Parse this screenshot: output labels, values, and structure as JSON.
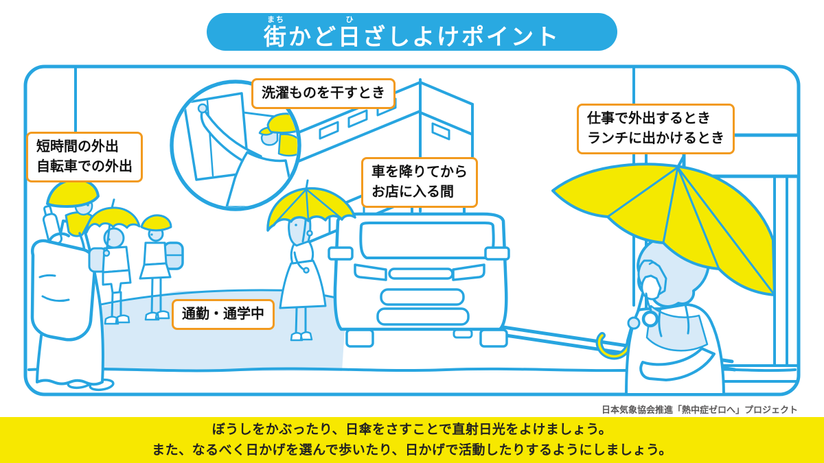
{
  "title": {
    "segments": [
      {
        "base": "街",
        "ruby": "まち"
      },
      {
        "base": "かど",
        "ruby": ""
      },
      {
        "base": "日",
        "ruby": "ひ"
      },
      {
        "base": "ざしよけポイント",
        "ruby": ""
      }
    ],
    "plain": "街かど日ざしよけポイント"
  },
  "annotations": [
    {
      "id": "short-outing",
      "lines": [
        "短時間の外出",
        "自転車での外出"
      ]
    },
    {
      "id": "laundry",
      "lines": [
        "洗濯ものを干すとき",
        ""
      ]
    },
    {
      "id": "car",
      "lines": [
        "車を降りてから",
        "お店に入る間"
      ]
    },
    {
      "id": "work",
      "lines": [
        "仕事で外出するとき",
        "ランチに出かけるとき"
      ]
    },
    {
      "id": "commute",
      "lines": [
        "通勤・通学中",
        ""
      ]
    }
  ],
  "credit": "日本気象協会推進「熱中症ゼロへ」プロジェクト",
  "footer": {
    "lines": [
      "ぼうしをかぶったり、日傘をさすことで直射日光をよけましょう。",
      "また、なるべく日かげを選んで歩いたり、日かげで活動したりするようにしましょう。"
    ]
  },
  "illustration_figures": [
    "woman-with-sun-hat-and-tote-bag",
    "schoolchildren-with-parasol-and-hat",
    "person-hanging-laundry-in-cap",
    "woman-with-parasol-by-minivan",
    "man-with-umbrella-on-phone"
  ],
  "colors": {
    "line_blue": "#27A5E0",
    "banner_blue": "#29A9E1",
    "accent_yellow": "#F4E900",
    "footer_yellow": "#F7E800",
    "pale_blue": "#D7EAF8",
    "label_border_orange": "#F29A1E",
    "credit_gray": "#595757",
    "text_dark": "#222222"
  }
}
